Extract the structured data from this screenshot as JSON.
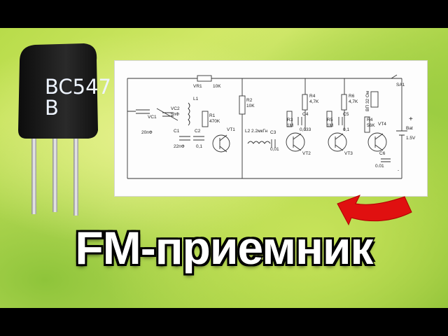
{
  "title": "FM-приемник",
  "transistor": {
    "line1": "BC547",
    "line2": "B"
  },
  "schematic": {
    "labels": {
      "vr1": "VR1",
      "vr1_val": "10K",
      "r2": "R2",
      "r2_val": "10K",
      "r4a": "R4",
      "r4a_val": "4,7K",
      "r6": "R6",
      "r6_val": "4,7K",
      "sa1": "SA1",
      "spk": "ВП 32 Ом",
      "vc1": "VC1",
      "vc2": "VC2",
      "vc2_val": "5пФ",
      "c20": "20пФ",
      "l1": "L1",
      "r1": "R1",
      "r1_val": "470K",
      "vt1": "VT1",
      "c1": "C1",
      "c1_val": "22пФ",
      "c2": "C2",
      "c2_val": "0,1",
      "l2": "L2 2.2мкГн",
      "c3": "C3",
      "c3_val": "0,01",
      "r3": "R3",
      "r3_val": "1M",
      "c4": "C4",
      "c4_val": "0,033",
      "vt2": "VT2",
      "r5": "R5",
      "r5_val": "1M",
      "c5": "C5",
      "c5_val": "0,1",
      "vt3": "VT3",
      "r4b": "R4",
      "r4b_val": "56K",
      "vt4": "VT4",
      "c6": "C6",
      "c6_val": "0.01",
      "plus": "+",
      "bat": "Bat",
      "volt": "1.5V",
      "minus": "-"
    }
  },
  "colors": {
    "arrow": "#e01010",
    "title": "#ffffff",
    "outline": "#000000"
  }
}
